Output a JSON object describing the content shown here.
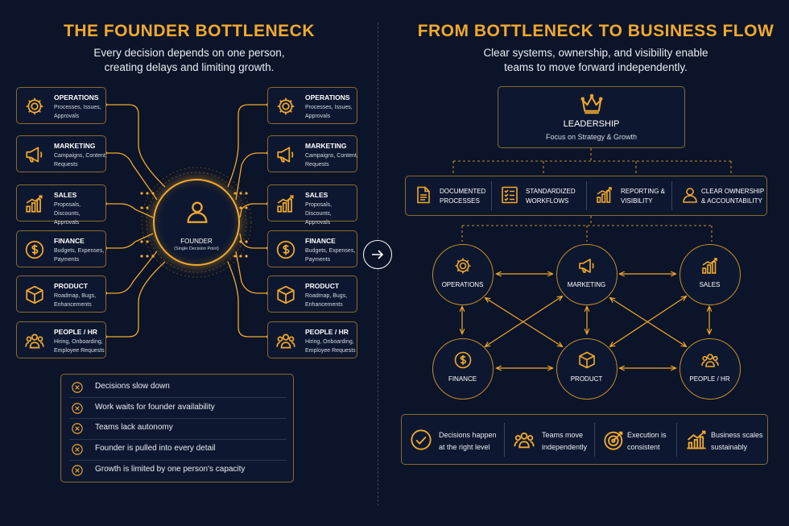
{
  "left": {
    "title": "THE FOUNDER BOTTLENECK",
    "subtitle_line1": "Every decision depends on one person,",
    "subtitle_line2": "creating delays and limiting growth.",
    "departments": [
      {
        "name": "OPERATIONS",
        "desc1": "Processes, Issues,",
        "desc2": "Approvals",
        "icon": "gear-icon"
      },
      {
        "name": "MARKETING",
        "desc1": "Campaigns, Content,",
        "desc2": "Requests",
        "icon": "megaphone-icon"
      },
      {
        "name": "SALES",
        "desc1": "Proposals, Discounts,",
        "desc2": "Approvals",
        "icon": "bar-chart-icon"
      },
      {
        "name": "FINANCE",
        "desc1": "Budgets, Expenses,",
        "desc2": "Payments",
        "icon": "dollar-icon"
      },
      {
        "name": "PRODUCT",
        "desc1": "Roadmap, Bugs,",
        "desc2": "Enhancements",
        "icon": "box-icon"
      },
      {
        "name": "PEOPLE / HR",
        "desc1": "Hiring, Onboarding,",
        "desc2": "Employee Requests",
        "icon": "people-icon"
      }
    ],
    "founder": {
      "label": "FOUNDER",
      "sublabel": "(Single Decision Point)",
      "icon": "user-icon"
    },
    "consequences": [
      "Decisions slow down",
      "Work waits for founder availability",
      "Teams lack autonomy",
      "Founder is pulled into every detail",
      "Growth is limited by one person's capacity"
    ]
  },
  "right": {
    "title": "FROM BOTTLENECK TO BUSINESS FLOW",
    "subtitle_line1": "Clear systems, ownership, and visibility enable",
    "subtitle_line2": "teams to move forward independently.",
    "leadership": {
      "name": "LEADERSHIP",
      "desc": "Focus on Strategy & Growth",
      "icon": "crown-icon"
    },
    "systems": [
      {
        "line1": "DOCUMENTED",
        "line2": "PROCESSES",
        "icon": "document-icon"
      },
      {
        "line1": "STANDARDIZED",
        "line2": "WORKFLOWS",
        "icon": "checklist-icon"
      },
      {
        "line1": "REPORTING &",
        "line2": "VISIBILITY",
        "icon": "bar-chart-icon"
      },
      {
        "line1": "CLEAR OWNERSHIP",
        "line2": "& ACCOUNTABILITY",
        "icon": "user-icon"
      }
    ],
    "nodes": [
      {
        "name": "OPERATIONS",
        "icon": "gear-icon"
      },
      {
        "name": "MARKETING",
        "icon": "megaphone-icon"
      },
      {
        "name": "SALES",
        "icon": "bar-chart-icon"
      },
      {
        "name": "FINANCE",
        "icon": "dollar-icon"
      },
      {
        "name": "PRODUCT",
        "icon": "box-icon"
      },
      {
        "name": "PEOPLE / HR",
        "icon": "people-icon"
      }
    ],
    "outcomes": [
      {
        "line1": "Decisions happen",
        "line2": "at the right level",
        "icon": "check-circle-icon"
      },
      {
        "line1": "Teams move",
        "line2": "independently",
        "icon": "people-icon"
      },
      {
        "line1": "Execution is",
        "line2": "consistent",
        "icon": "target-icon"
      },
      {
        "line1": "Business scales",
        "line2": "sustainably",
        "icon": "growth-chart-icon"
      }
    ]
  },
  "colors": {
    "accent": "#f2a92c",
    "background": "#0b1428",
    "border": "#8a6a2e",
    "text": "#ffffff"
  }
}
